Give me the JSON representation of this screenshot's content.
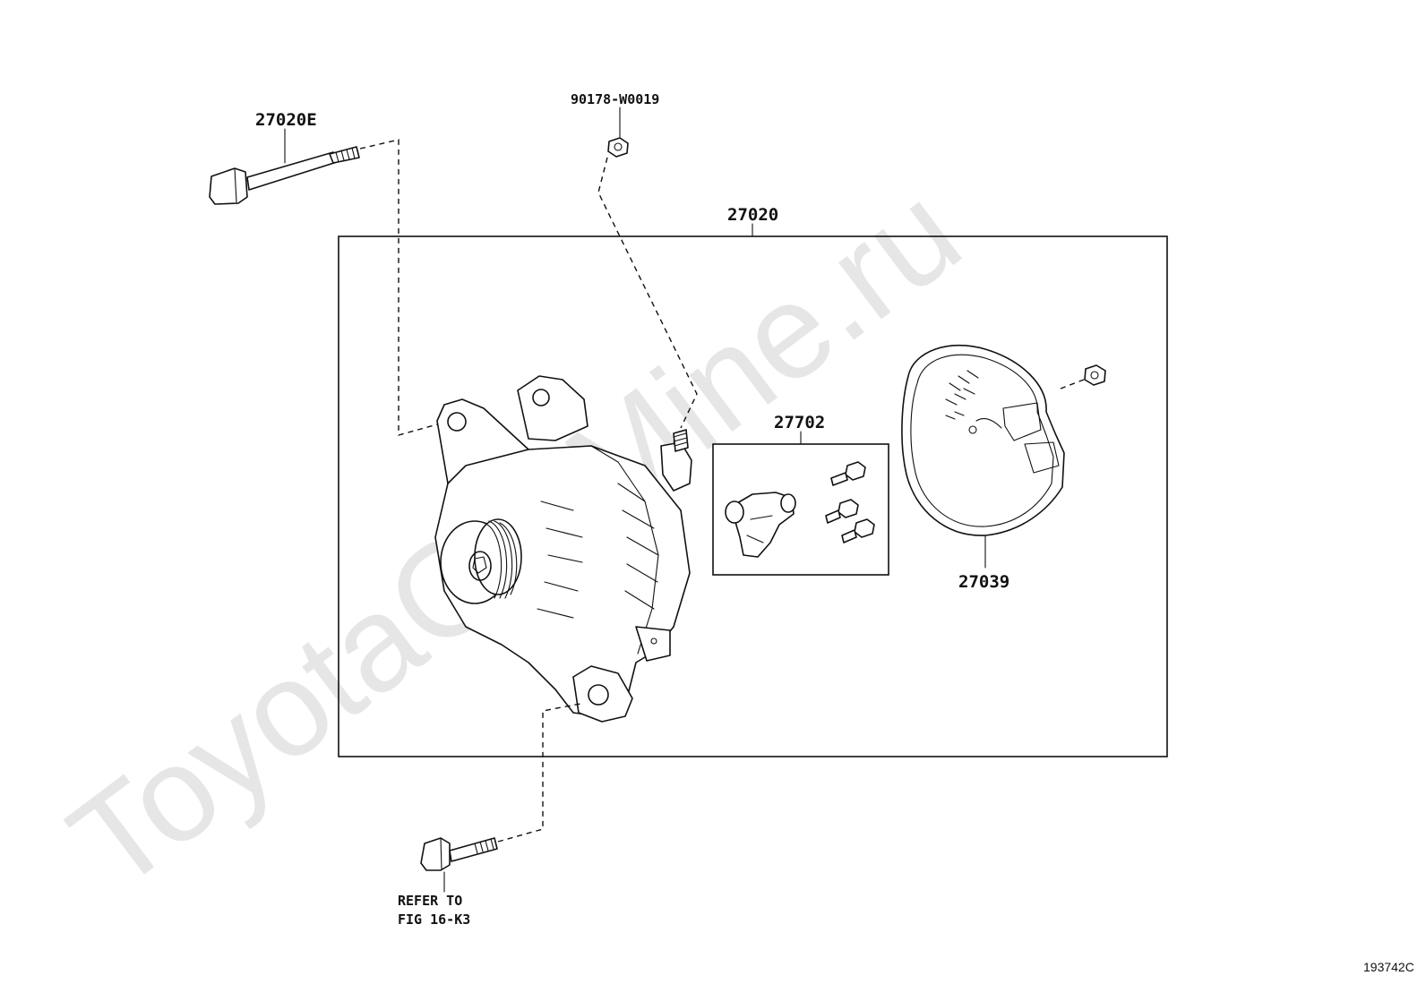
{
  "watermark": "ToyotaGarMine.ru",
  "figure_id": "193742C",
  "callouts": {
    "bolt_upper": "27020E",
    "nut_upper": "90178-W0019",
    "alternator_assembly": "27020",
    "regulator_set": "27702",
    "rear_cover": "27039"
  },
  "reference_note": {
    "line1": "REFER TO",
    "line2": "FIG 16-K3"
  }
}
